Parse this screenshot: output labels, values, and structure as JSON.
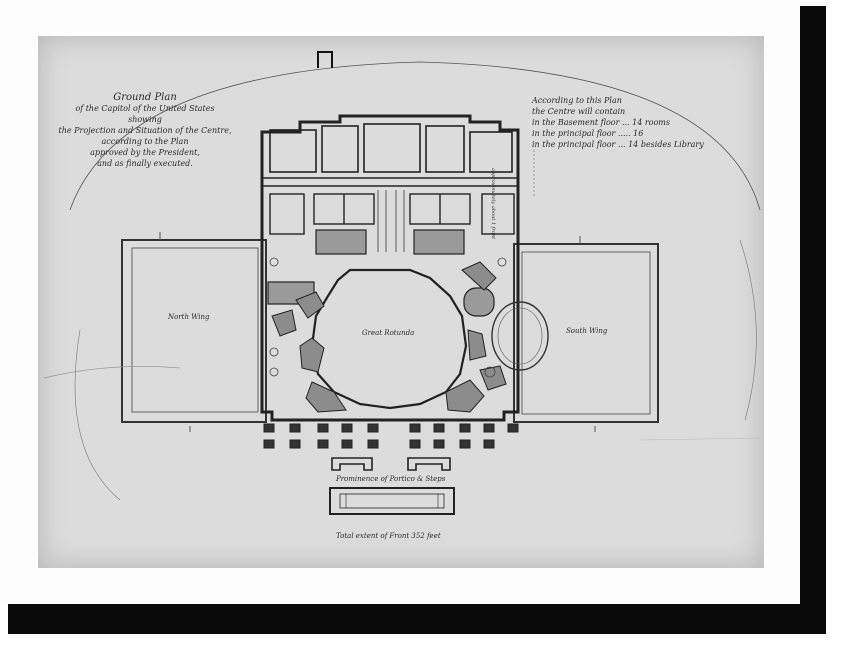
{
  "title_block": {
    "lines": [
      "Ground Plan",
      "of the Capitol of the United States",
      "showing",
      "the Projection and Situation of the Centre,",
      "according to the Plan",
      "approved by the President,",
      "and as finally executed."
    ]
  },
  "area_note": {
    "lines": [
      "According to this Plan",
      "the Centre will contain",
      "in the Basement floor ... 14 rooms",
      "in the principal floor ..... 16",
      "in the principal floor ... 14   besides Library"
    ]
  },
  "labels": {
    "north_wing": "North Wing",
    "south_wing": "South Wing",
    "great_rotunda": "Great Rotunda",
    "portico": "Prominence of Portico & Steps",
    "scale": "Total extent of Front 352 feet",
    "side_note": "approximately about 1 front"
  },
  "colors": {
    "paper": "#dcdcdc",
    "ink": "#333333",
    "shade": "#9a9a9a",
    "frame": "#0a0a0a",
    "mat": "#fdfdfd"
  }
}
